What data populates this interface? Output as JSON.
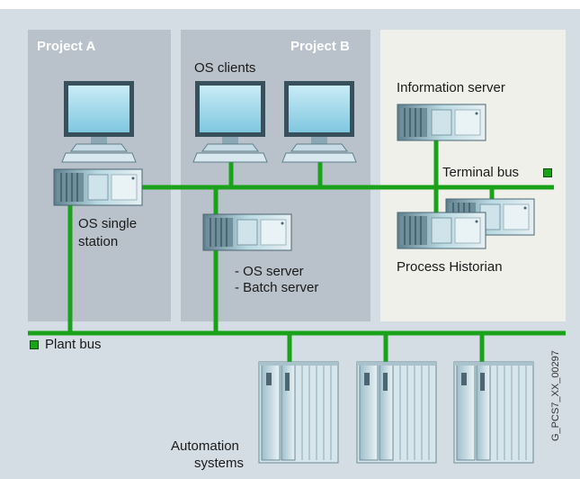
{
  "panels": {
    "project_a": "Project A",
    "project_b": "Project B"
  },
  "labels": {
    "os_clients": "OS clients",
    "information_server": "Information server",
    "terminal_bus": "Terminal bus",
    "os_single_station_line1": "OS single",
    "os_single_station_line2": "station",
    "os_server": "- OS server",
    "batch_server": "- Batch server",
    "process_historian": "Process Historian",
    "plant_bus": "Plant bus",
    "automation_line1": "Automation",
    "automation_line2": "systems",
    "doc_id": "G_PCS7_XX_00297"
  },
  "colors": {
    "background": "#d4dde3",
    "project_panel": "#b9c2ca",
    "server_panel": "#f0f0eb",
    "bus": "#1aa31a",
    "header_text": "#ffffff"
  },
  "icons": [
    "monitor-icon",
    "server-icon",
    "plc-rack-icon",
    "bus-marker-icon"
  ]
}
